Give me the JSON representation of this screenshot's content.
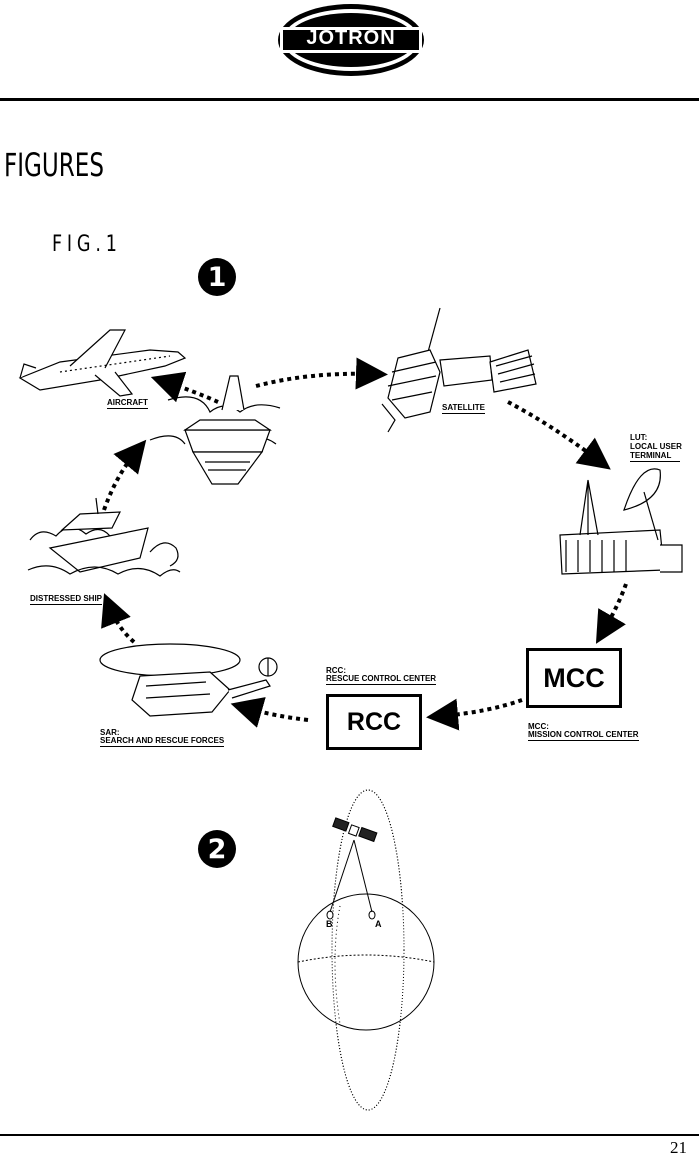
{
  "brand": {
    "logo_text": "JOTRON"
  },
  "section_heading": "FIGURES",
  "figure_label": "FIG.1",
  "figure1": {
    "badge": "1",
    "labels": {
      "aircraft": "AIRCRAFT",
      "satellite": "SATELLITE",
      "lut_1": "LUT:",
      "lut_2": "LOCAL USER",
      "lut_3": "TERMINAL",
      "distressed_ship": "DISTRESSED SHIP",
      "rcc_1": "RCC:",
      "rcc_2": "RESCUE CONTROL CENTER",
      "mcc_1": "MCC:",
      "mcc_2": "MISSION CONTROL CENTER",
      "sar_1": "SAR:",
      "sar_2": "SEARCH AND RESCUE FORCES"
    },
    "boxes": {
      "mcc": "MCC",
      "rcc": "RCC"
    }
  },
  "figure2": {
    "badge": "2",
    "point_b": "B",
    "point_a": "A"
  },
  "footer": {
    "page_number": "21"
  }
}
